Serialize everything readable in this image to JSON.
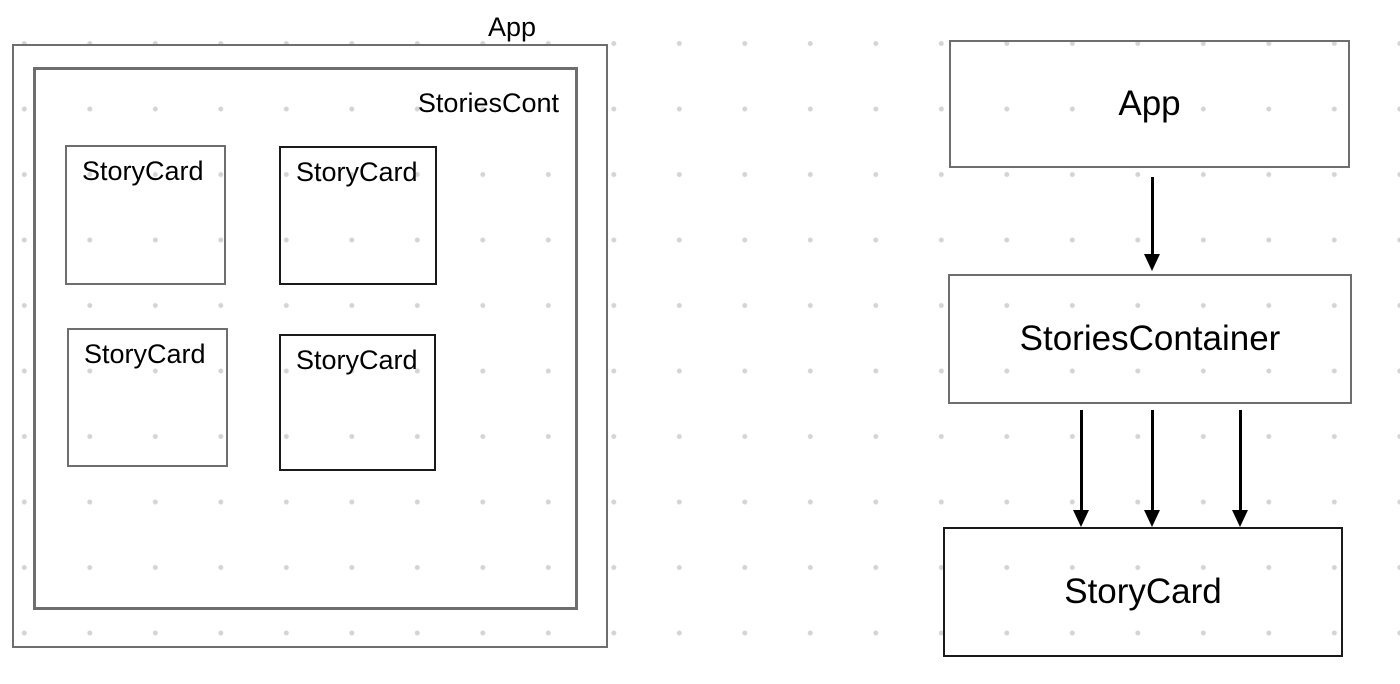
{
  "left_diagram": {
    "app_label": "App",
    "stories_container_label": "StoriesCont",
    "cards": [
      {
        "label": "StoryCard"
      },
      {
        "label": "StoryCard"
      },
      {
        "label": "StoryCard"
      },
      {
        "label": "StoryCard"
      }
    ]
  },
  "right_diagram": {
    "app_label": "App",
    "stories_container_label": "StoriesContainer",
    "story_card_label": "StoryCard"
  },
  "colors": {
    "background": "#ffffff",
    "dot_grid": "#d4d4d4",
    "border_gray": "#6e6e6e",
    "border_dark": "#1a1a1a",
    "arrow": "#000000",
    "text": "#000000"
  }
}
